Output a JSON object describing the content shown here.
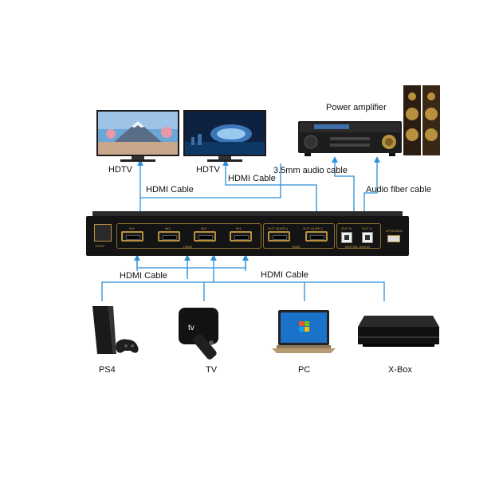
{
  "devices": {
    "hdtv_left": "HDTV",
    "hdtv_right": "HDTV",
    "amplifier": "Power amplifier",
    "ps4": "PS4",
    "tv": "TV",
    "pc": "PC",
    "xbox": "X-Box"
  },
  "cables": {
    "hdmi_top_left": "HDMI Cable",
    "hdmi_top_right": "HDMI Cable",
    "audio_35": "3.5mm audio cable",
    "fiber": "Audio fiber cable",
    "hdmi_bottom_left": "HDMI Cable",
    "hdmi_bottom_right": "HDMI Cable"
  },
  "switch_ports": {
    "in4": "IN4",
    "in3": "IN3",
    "in2": "IN2",
    "in1": "IN1",
    "hdmi_in_group": "HDMI",
    "out_b": "OUT B(ARC)",
    "out_a": "OUT A(ARC)",
    "hdmi_out_group": "HDMI",
    "opt_b": "OUT B",
    "opt_a": "OUT A",
    "digital_audio": "DIGITAL AUDIO",
    "upgrade": "UPGRADE",
    "dc": "DC5V"
  },
  "colors": {
    "line": "#2a8fd6",
    "device_body": "#151515",
    "port_gold": "#b8913e"
  }
}
